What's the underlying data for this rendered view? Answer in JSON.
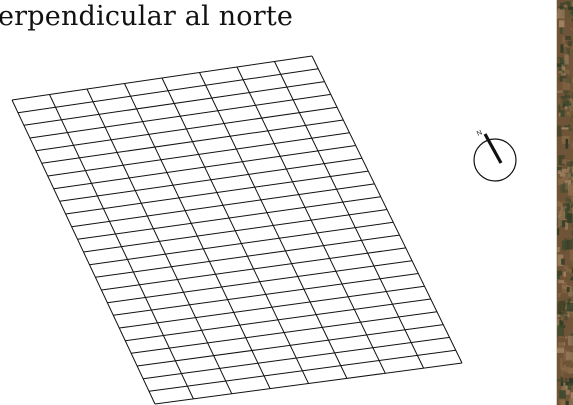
{
  "title": "erpendicular al norte",
  "grid": {
    "rows": 24,
    "columns": 8,
    "stroke_color": "#111111"
  },
  "north_symbol": {
    "icon": "north-arrow-icon",
    "label": "N"
  },
  "aerial_photo": {
    "icon": "aerial-photo-strip",
    "colors": [
      "#6f5438",
      "#3f4a2c",
      "#8a6b48",
      "#2f3b23",
      "#a08262"
    ]
  }
}
